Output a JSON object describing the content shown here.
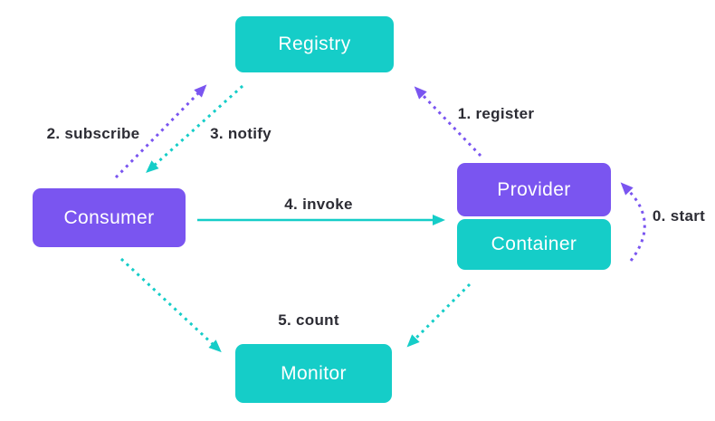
{
  "diagram": {
    "type": "architecture-flow",
    "background": "#ffffff",
    "colors": {
      "purple": "#7a55f0",
      "cyan": "#15cdc8",
      "edge_label_text": "#2c2c34",
      "node_text": "#ffffff"
    },
    "nodes": {
      "registry": {
        "label": "Registry",
        "color": "#15cdc8"
      },
      "consumer": {
        "label": "Consumer",
        "color": "#7a55f0"
      },
      "provider": {
        "label": "Provider",
        "color": "#7a55f0"
      },
      "container": {
        "label": "Container",
        "color": "#15cdc8"
      },
      "monitor": {
        "label": "Monitor",
        "color": "#15cdc8"
      }
    },
    "edges": {
      "start": {
        "label": "0. start",
        "from": "container",
        "to": "provider",
        "line": "dotted",
        "color": "#7a55f0"
      },
      "register": {
        "label": "1. register",
        "from": "provider",
        "to": "registry",
        "line": "dotted",
        "color": "#7a55f0"
      },
      "subscribe": {
        "label": "2. subscribe",
        "from": "consumer",
        "to": "registry",
        "line": "dotted",
        "color": "#7a55f0"
      },
      "notify": {
        "label": "3. notify",
        "from": "registry",
        "to": "consumer",
        "line": "dotted",
        "color": "#15cdc8"
      },
      "invoke": {
        "label": "4. invoke",
        "from": "consumer",
        "to": "provider",
        "line": "solid",
        "color": "#15cdc8"
      },
      "count": {
        "label": "5. count",
        "from": [
          "consumer",
          "container"
        ],
        "to": "monitor",
        "line": "dotted",
        "color": "#15cdc8"
      }
    }
  }
}
